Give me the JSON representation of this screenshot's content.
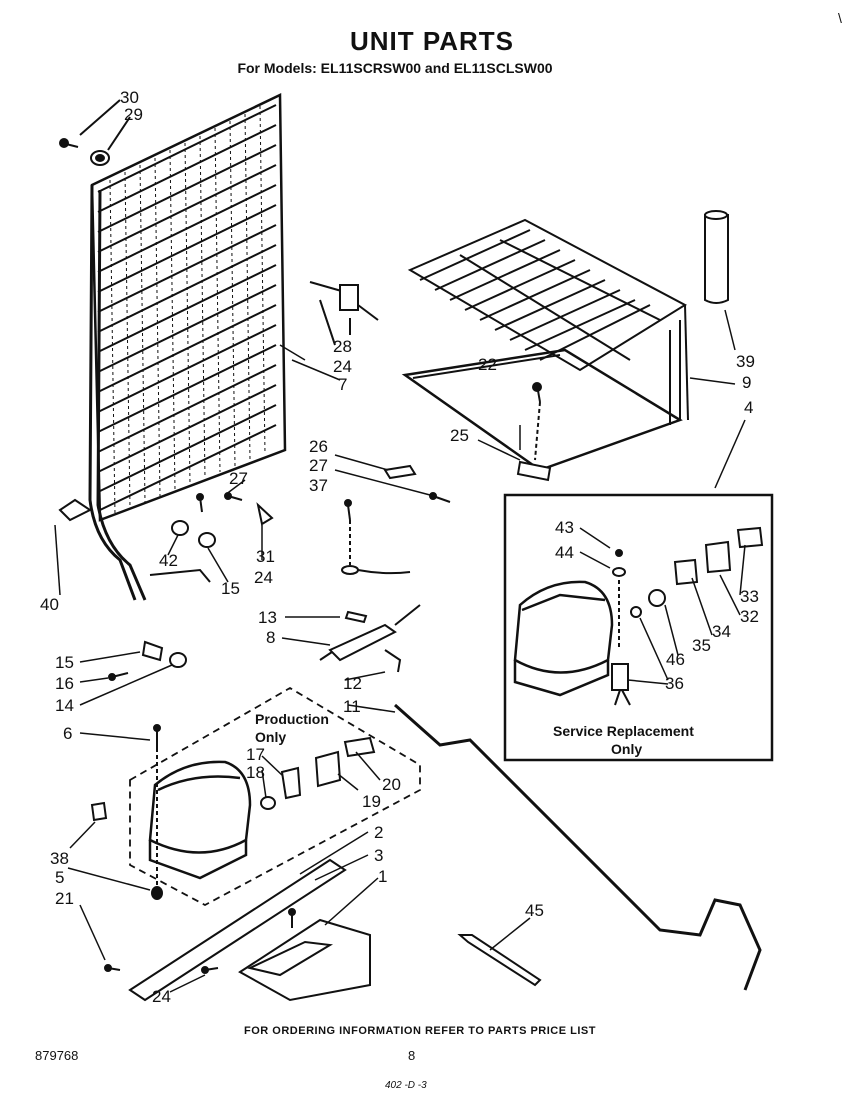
{
  "header": {
    "title": "UNIT PARTS",
    "subtitle": "For Models: EL11SCRSW00 and EL11SCLSW00"
  },
  "boxes": {
    "production": "Production",
    "production_only": "Only",
    "service": "Service Replacement",
    "service_only": "Only"
  },
  "callouts": {
    "c30": "30",
    "c29": "29",
    "c28": "28",
    "c24a": "24",
    "c7": "7",
    "c39": "39",
    "c22": "22",
    "c9": "9",
    "c4": "4",
    "c25": "25",
    "c26": "26",
    "c27a": "27",
    "c37": "37",
    "c27b": "27",
    "c42": "42",
    "c15a": "15",
    "c31": "31",
    "c24b": "24",
    "c40": "40",
    "c43": "43",
    "c44": "44",
    "c33": "33",
    "c32": "32",
    "c34": "34",
    "c35": "35",
    "c46": "46",
    "c36": "36",
    "c13": "13",
    "c8": "8",
    "c15b": "15",
    "c16": "16",
    "c14": "14",
    "c12": "12",
    "c6": "6",
    "c11": "11",
    "c17": "17",
    "c18": "18",
    "c19": "19",
    "c20": "20",
    "c38": "38",
    "c5": "5",
    "c2": "2",
    "c3": "3",
    "c1": "1",
    "c21": "21",
    "c45": "45",
    "c24c": "24"
  },
  "footer": {
    "note": "FOR ORDERING INFORMATION REFER TO PARTS PRICE LIST",
    "doc_number": "879768",
    "page_number": "8",
    "stamp": "402 -D -3",
    "corner_mark": "\\"
  }
}
